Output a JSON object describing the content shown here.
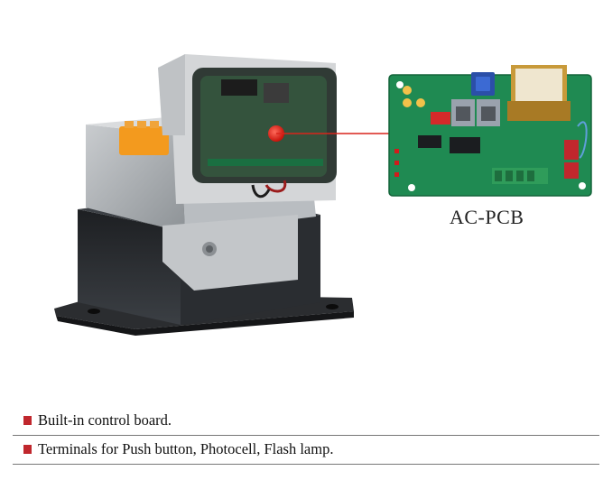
{
  "product_label": "AC-PCB",
  "features": [
    "Built-in control board.",
    "Terminals for Push button,  Photocell, Flash lamp."
  ],
  "colors": {
    "bullet": "#c0272d",
    "board": "#1f8a52",
    "indicator": "#e2231a"
  }
}
